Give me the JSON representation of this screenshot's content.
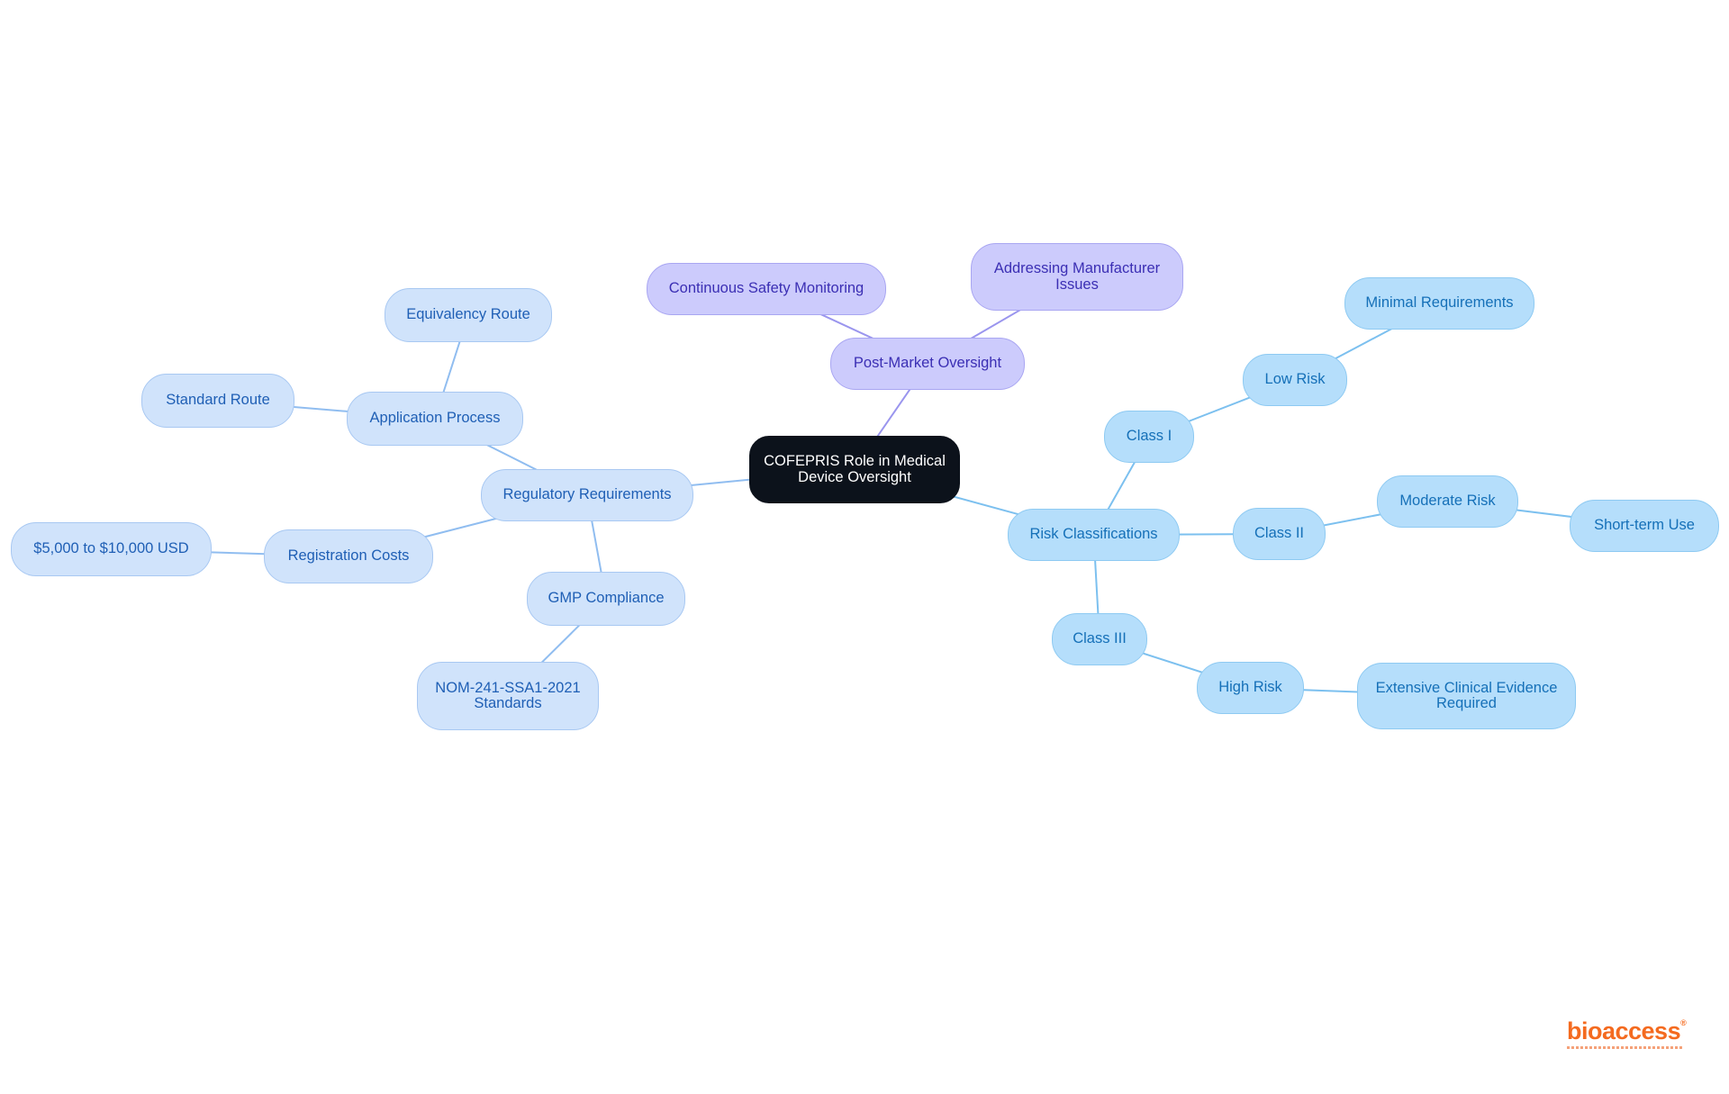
{
  "diagram": {
    "root": "COFEPRIS Role in Medical Device Oversight",
    "branches": {
      "regulatory_requirements": {
        "label": "Regulatory Requirements",
        "application_process": "Application Process",
        "standard_route": "Standard Route",
        "equivalency_route": "Equivalency Route",
        "registration_costs": "Registration Costs",
        "cost_range": "$5,000 to $10,000 USD",
        "gmp_compliance": "GMP Compliance",
        "nom_standards": "NOM-241-SSA1-2021 Standards"
      },
      "post_market_oversight": {
        "label": "Post-Market Oversight",
        "continuous_safety": "Continuous Safety Monitoring",
        "manufacturer_issues": "Addressing Manufacturer Issues"
      },
      "risk_classifications": {
        "label": "Risk Classifications",
        "class_1": "Class I",
        "low_risk": "Low Risk",
        "minimal_requirements": "Minimal Requirements",
        "class_2": "Class II",
        "moderate_risk": "Moderate Risk",
        "short_term_use": "Short-term Use",
        "class_3": "Class III",
        "high_risk": "High Risk",
        "clinical_evidence": "Extensive Clinical Evidence Required"
      }
    }
  },
  "colors": {
    "root": "#0c121b",
    "regulatory_branch": "#d0e3fb",
    "post_market_branch": "#cccbfc",
    "risk_branch": "#b5defb",
    "logo": "#f46a1f"
  },
  "logo": {
    "text": "bioaccess",
    "mark": "®"
  }
}
